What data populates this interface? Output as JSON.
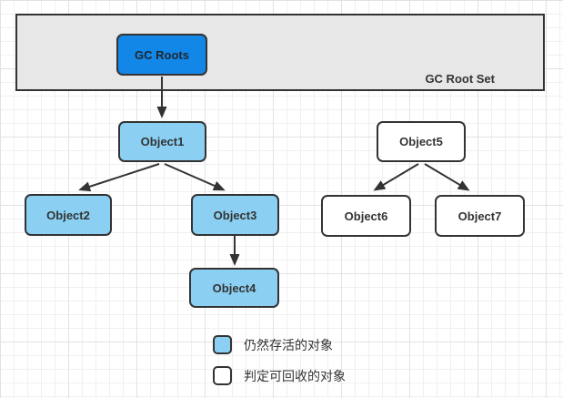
{
  "colors": {
    "root_fill": "#1287e8",
    "alive_fill": "#8bd0f3",
    "recyclable_fill": "#ffffff",
    "container_fill": "#e7e7e7",
    "stroke": "#333333",
    "grid_minor": "#f0f0f0",
    "grid_major": "#e2e2e2"
  },
  "container": {
    "label": "GC Root Set"
  },
  "nodes": {
    "gc_roots": {
      "label": "GC Roots",
      "type": "root"
    },
    "object1": {
      "label": "Object1",
      "type": "alive"
    },
    "object2": {
      "label": "Object2",
      "type": "alive"
    },
    "object3": {
      "label": "Object3",
      "type": "alive"
    },
    "object4": {
      "label": "Object4",
      "type": "alive"
    },
    "object5": {
      "label": "Object5",
      "type": "recyclable"
    },
    "object6": {
      "label": "Object6",
      "type": "recyclable"
    },
    "object7": {
      "label": "Object7",
      "type": "recyclable"
    }
  },
  "edges": [
    {
      "from": "GC Roots",
      "to": "Object1"
    },
    {
      "from": "Object1",
      "to": "Object2"
    },
    {
      "from": "Object1",
      "to": "Object3"
    },
    {
      "from": "Object3",
      "to": "Object4"
    },
    {
      "from": "Object5",
      "to": "Object6"
    },
    {
      "from": "Object5",
      "to": "Object7"
    }
  ],
  "legend": {
    "alive": {
      "label": "仍然存活的对象"
    },
    "recyclable": {
      "label": "判定可回收的对象"
    }
  }
}
